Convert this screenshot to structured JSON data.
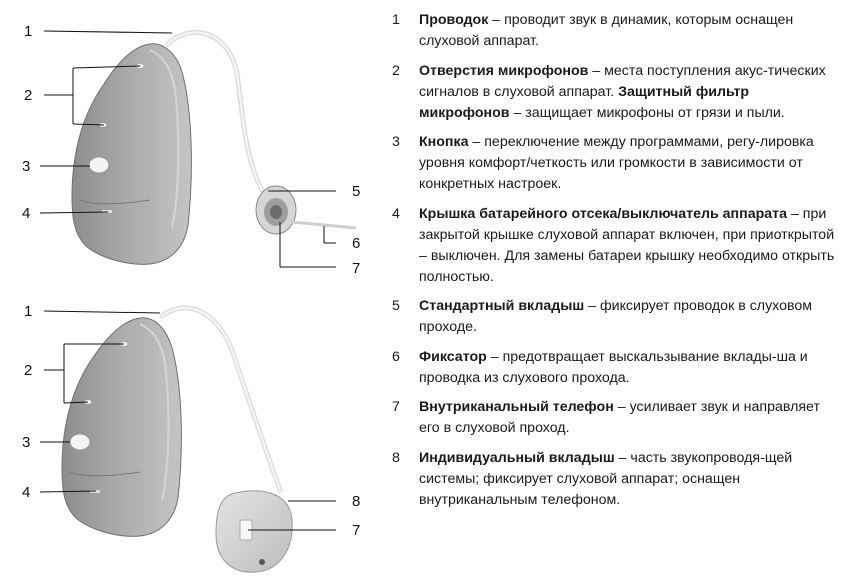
{
  "diagram": {
    "top_callouts": [
      "1",
      "2",
      "3",
      "4",
      "5",
      "6",
      "7"
    ],
    "bottom_callouts": [
      "1",
      "2",
      "3",
      "4",
      "8",
      "7"
    ]
  },
  "legend": [
    {
      "num": "1",
      "term": "Проводок",
      "desc": "проводит звук в динамик, которым оснащен слуховой аппарат."
    },
    {
      "num": "2",
      "term": "Отверстия микрофонов",
      "desc": "места поступления акус-тических сигналов в слуховой аппарат.",
      "term2": "Защитный фильтр микрофонов",
      "desc2": "защищает микрофоны от грязи и пыли."
    },
    {
      "num": "3",
      "term": "Кнопка",
      "desc": "переключение между программами, регу-лировка уровня комфорт/четкость или громкости в зависимости от конкретных настроек."
    },
    {
      "num": "4",
      "term": "Крышка батарейного отсека/выключатель аппарата",
      "desc": "при закрытой крышке слуховой аппарат включен, при приоткрытой – выключен. Для замены батареи крышку необходимо открыть полностью."
    },
    {
      "num": "5",
      "term": "Стандартный вкладыш",
      "desc": "фиксирует проводок в слуховом проходе."
    },
    {
      "num": "6",
      "term": "Фиксатор",
      "desc": "предотвращает выскальзывание вклады-ша и проводка из слухового прохода."
    },
    {
      "num": "7",
      "term": "Внутриканальный телефон",
      "desc": "усиливает звук и направляет его в слуховой проход."
    },
    {
      "num": "8",
      "term": "Индивидуальный вкладыш",
      "desc": "часть звукопроводя-щей системы; фиксирует слуховой аппарат; оснащен внутриканальным телефоном."
    }
  ]
}
